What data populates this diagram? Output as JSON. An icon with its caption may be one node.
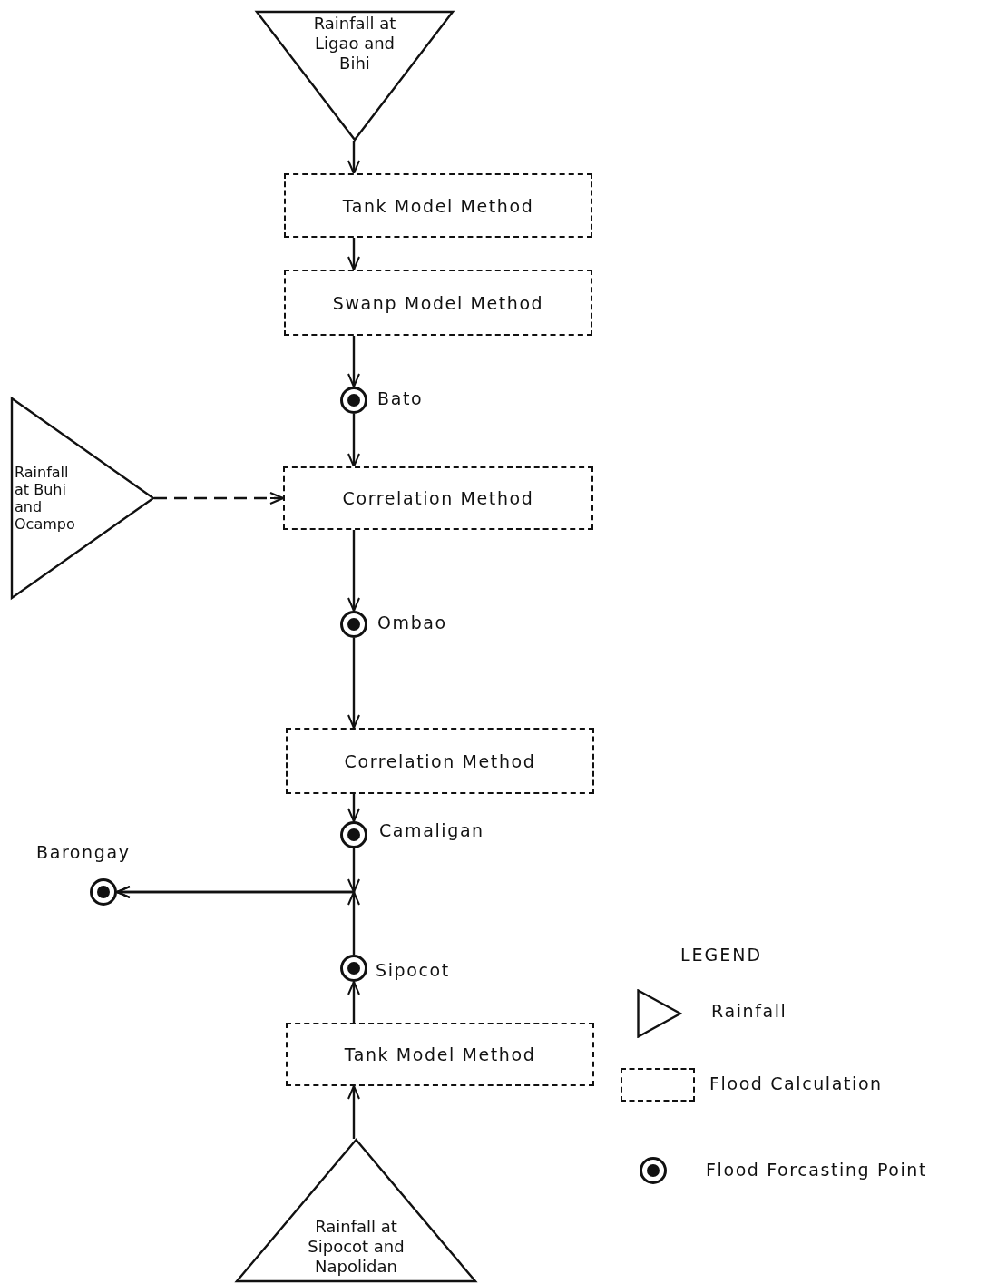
{
  "diagram": {
    "nodes": [
      {
        "text": [
          "Rainfall at Ligao and Bihi"
        ]
      },
      {
        "text": [
          "Tank Model Method"
        ]
      },
      {
        "text": [
          "Swanp Model Method"
        ]
      },
      {
        "text": [],
        "shape": "circle",
        "beside": [
          "Bato"
        ]
      },
      {
        "text": [
          "Rainfall at Buhi and Ocampo"
        ]
      },
      {
        "text": [
          "Correlation Method"
        ]
      },
      {
        "text": [],
        "shape": "circle",
        "beside": [
          "Ombao"
        ]
      },
      {
        "text": [
          "Correlation Method"
        ]
      },
      {
        "text": [],
        "shape": "circle",
        "beside": [
          "Camaligan"
        ]
      },
      {
        "text": [],
        "shape": "circle",
        "beside": [
          "Barongay"
        ]
      },
      {
        "text": [],
        "shape": "circle",
        "beside": [
          "Sipocot"
        ]
      },
      {
        "text": [
          "Tank Model Method"
        ]
      },
      {
        "text": [
          "Rainfall at Sipocot and Napolidan"
        ]
      }
    ],
    "edges": [
      {
        "from": 0,
        "to": 1,
        "arrow": "to"
      },
      {
        "from": 1,
        "to": 2,
        "arrow": "to"
      },
      {
        "from": 2,
        "to": 3,
        "arrow": "to"
      },
      {
        "from": 3,
        "to": 5,
        "arrow": "to"
      },
      {
        "from": 4,
        "to": 5,
        "arrow": "to",
        "style": "dashed"
      },
      {
        "from": 5,
        "to": 6,
        "arrow": "to"
      },
      {
        "from": 6,
        "to": 7,
        "arrow": "to"
      },
      {
        "from": 7,
        "to": 8,
        "arrow": "to"
      },
      {
        "from": 8,
        "to": 9,
        "arrow": "to"
      },
      {
        "from": 10,
        "to": 9,
        "arrow": "to"
      },
      {
        "from": 11,
        "to": 10,
        "arrow": "to"
      },
      {
        "from": 12,
        "to": 11,
        "arrow": "to"
      }
    ],
    "labels": [
      "LEGEND"
    ],
    "legend": [
      {
        "text": "Rainfall"
      },
      {
        "text": "Flood Calculation"
      },
      {
        "text": "Flood Forcasting Point"
      }
    ]
  }
}
